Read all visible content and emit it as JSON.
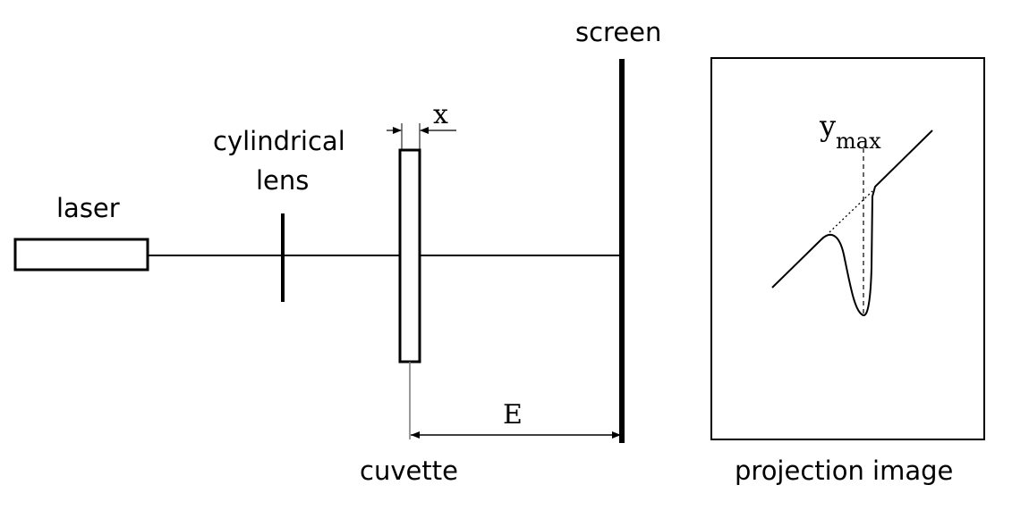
{
  "labels": {
    "laser": "laser",
    "lens_line1": "cylindrical",
    "lens_line2": "lens",
    "screen": "screen",
    "cuvette": "cuvette",
    "projection_image": "projection image",
    "x_symbol": "x",
    "e_symbol": "E",
    "y_symbol": "y",
    "y_subscript": "max"
  }
}
